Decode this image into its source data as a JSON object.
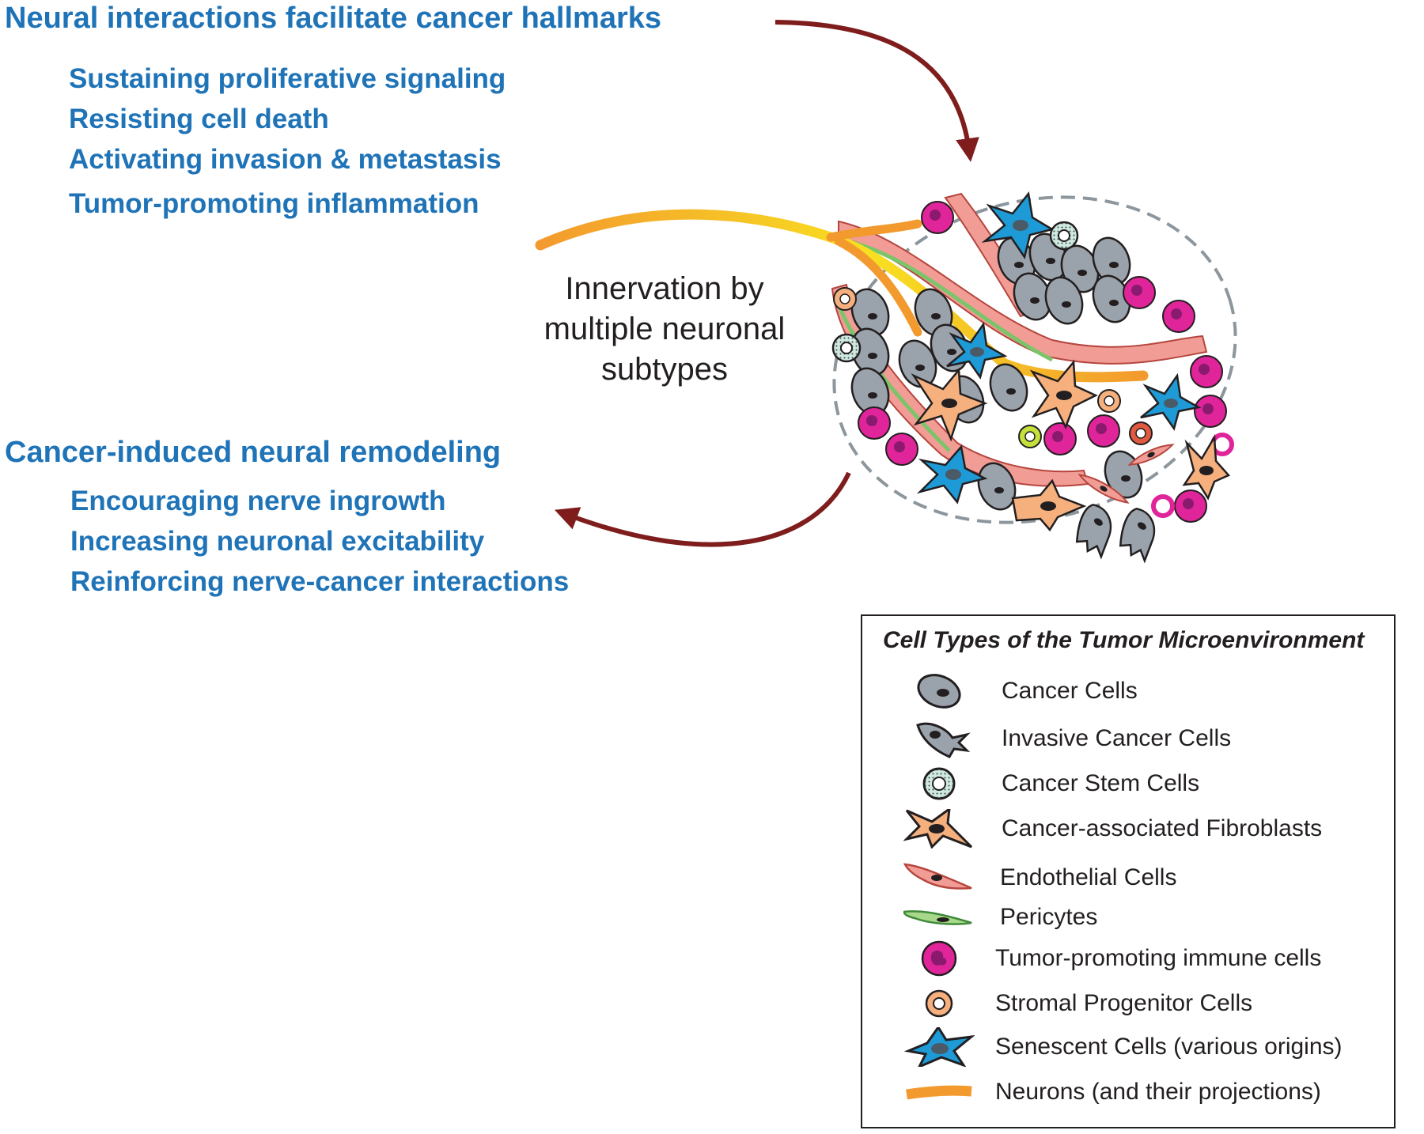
{
  "headings": {
    "top": "Neural interactions facilitate cancer hallmarks",
    "bottom": "Cancer-induced neural remodeling"
  },
  "hallmarks": [
    "Sustaining proliferative signaling",
    "Resisting cell death",
    "Activating invasion & metastasis",
    "Tumor-promoting  inflammation"
  ],
  "remodeling": [
    "Encouraging nerve ingrowth",
    "Increasing neuronal excitability",
    "Reinforcing nerve-cancer interactions"
  ],
  "innervation": {
    "line1": "Innervation by",
    "line2": "multiple neuronal",
    "line3": "subtypes"
  },
  "legend": {
    "title": "Cell Types of the Tumor Microenvironment",
    "items": [
      {
        "label": "Cancer Cells",
        "icon": "cancer-cell-icon"
      },
      {
        "label": "Invasive Cancer Cells",
        "icon": "invasive-cancer-cell-icon"
      },
      {
        "label": "Cancer Stem Cells",
        "icon": "cancer-stem-cell-icon"
      },
      {
        "label": "Cancer-associated Fibroblasts",
        "icon": "fibroblast-icon"
      },
      {
        "label": "Endothelial Cells",
        "icon": "endothelial-cell-icon"
      },
      {
        "label": "Pericytes",
        "icon": "pericyte-icon"
      },
      {
        "label": "Tumor-promoting immune cells",
        "icon": "immune-cell-icon"
      },
      {
        "label": "Stromal Progenitor Cells",
        "icon": "stromal-progenitor-icon"
      },
      {
        "label": "Senescent Cells (various origins)",
        "icon": "senescent-cell-icon"
      },
      {
        "label": "Neurons (and their projections)",
        "icon": "neuron-icon"
      }
    ]
  },
  "colors": {
    "heading_blue": "#1f73b7",
    "arrow_red": "#7f1d1d",
    "cancer_gray": "#9aa3ab",
    "immune_magenta": "#e0249a",
    "fibroblast_orange": "#f5b07e",
    "senescent_blue": "#1e9ad6",
    "endothelial_pink": "#f29c96",
    "pericyte_green": "#a8d88a",
    "neuron_orange": "#f39a2e",
    "neuron_yellow": "#f8e020"
  }
}
